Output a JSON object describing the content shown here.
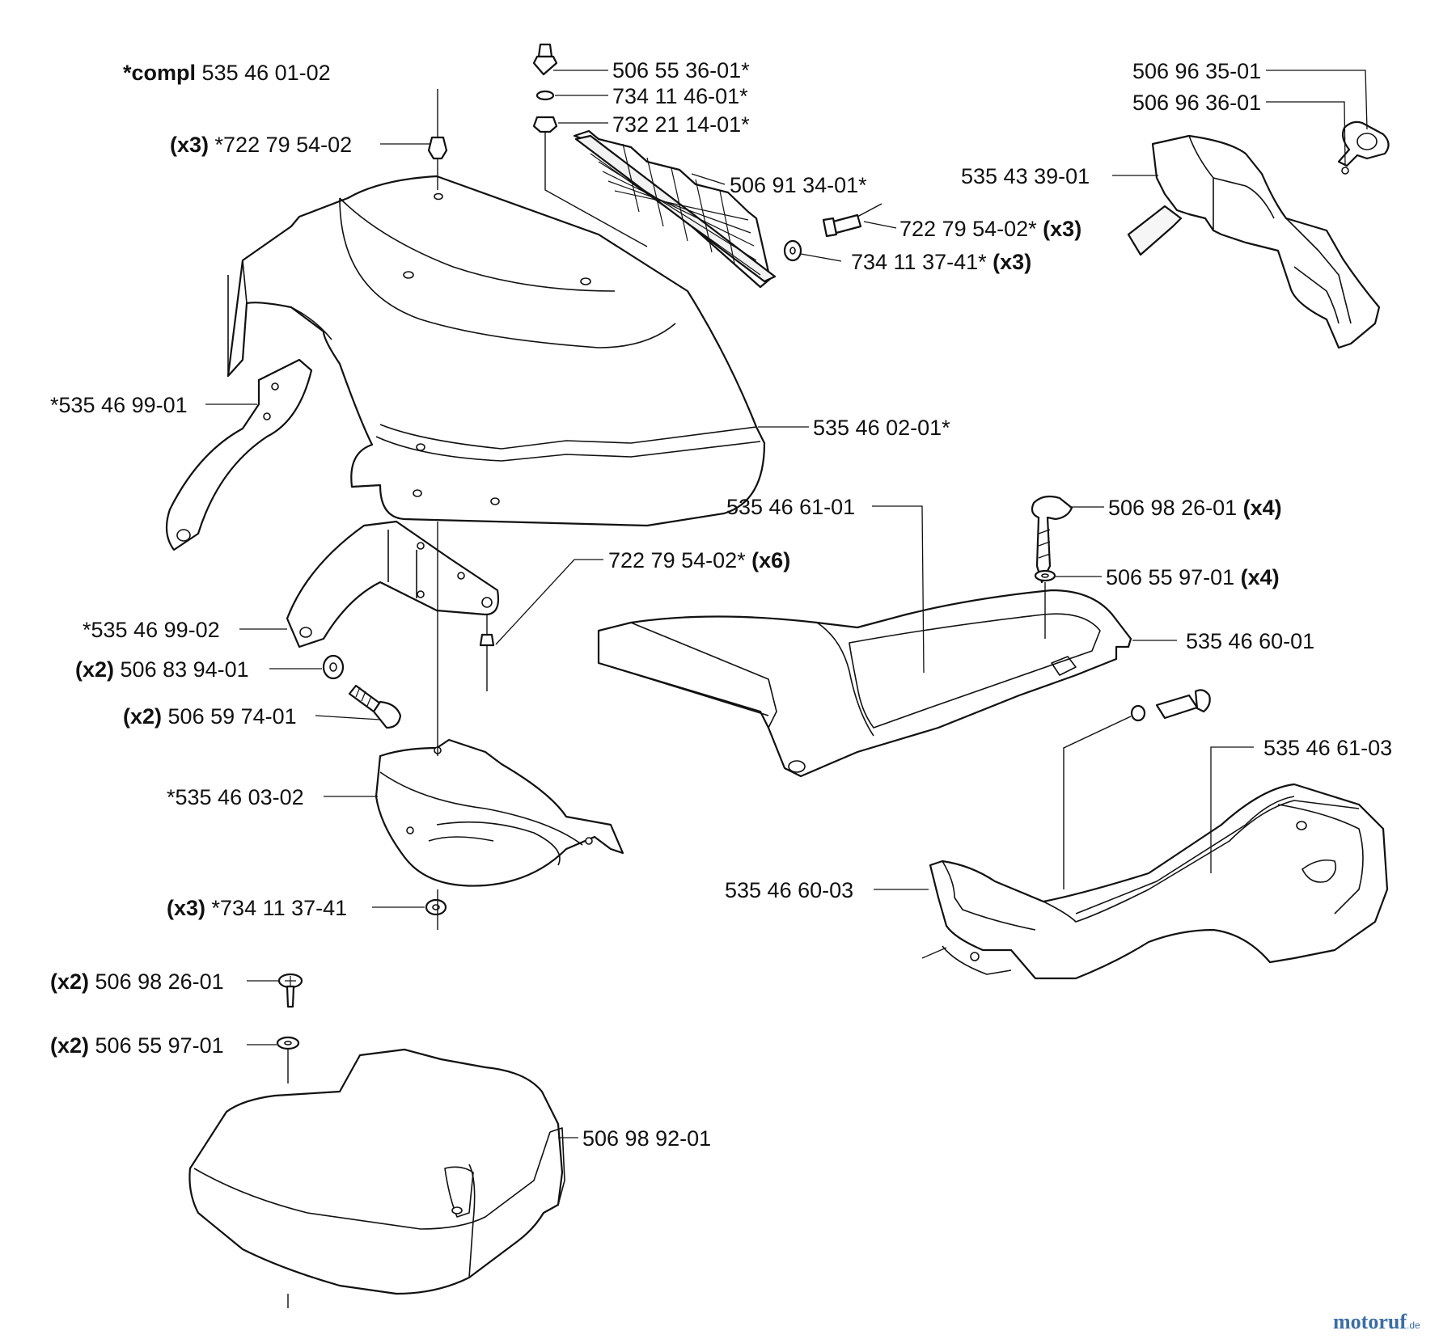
{
  "labels": {
    "compl": {
      "prefix": "*compl",
      "text": "535 46 01-02"
    },
    "l_722_x3_top": {
      "prefix": "(x3)",
      "text": "*722 79 54-02"
    },
    "l_506_55_36": {
      "text": "506 55 36-01*"
    },
    "l_734_11_46": {
      "text": "734 11 46-01*"
    },
    "l_732_21_14": {
      "text": "732 21 14-01*"
    },
    "l_506_91_34": {
      "text": "506 91 34-01*"
    },
    "l_722_grille": {
      "text": "722 79 54-02*",
      "suffix": "(x3)"
    },
    "l_734_grille": {
      "text": "734 11 37-41*",
      "suffix": "(x3)"
    },
    "l_506_96_35": {
      "text": "506 96 35-01"
    },
    "l_506_96_36": {
      "text": "506 96 36-01"
    },
    "l_535_43_39": {
      "text": "535 43 39-01"
    },
    "l_535_46_99_01": {
      "text": "*535 46 99-01"
    },
    "l_535_46_02": {
      "text": "535 46 02-01*"
    },
    "l_535_46_61_01": {
      "text": "535 46 61-01"
    },
    "l_506_98_26_x4": {
      "text": "506 98 26-01",
      "suffix": "(x4)"
    },
    "l_506_55_97_x4": {
      "text": "506 55 97-01",
      "suffix": "(x4)"
    },
    "l_722_x6": {
      "text": "722 79 54-02*",
      "suffix": "(x6)"
    },
    "l_535_46_99_02": {
      "text": "*535 46 99-02"
    },
    "l_506_83_94": {
      "prefix": "(x2)",
      "text": "506 83 94-01"
    },
    "l_506_59_74": {
      "prefix": "(x2)",
      "text": "506 59 74-01"
    },
    "l_535_46_60_01": {
      "text": "535 46 60-01"
    },
    "l_535_46_61_03": {
      "text": "535 46 61-03"
    },
    "l_535_46_03": {
      "text": "*535 46 03-02"
    },
    "l_734_x3_bottom": {
      "prefix": "(x3)",
      "text": "*734 11 37-41"
    },
    "l_535_46_60_03": {
      "text": "535 46 60-03"
    },
    "l_506_98_26_x2": {
      "prefix": "(x2)",
      "text": "506 98 26-01"
    },
    "l_506_55_97_x2": {
      "prefix": "(x2)",
      "text": "506 55 97-01"
    },
    "l_506_98_92": {
      "text": "506 98 92-01"
    }
  },
  "watermark": {
    "brand": "motoruf",
    "tld": ".de"
  }
}
